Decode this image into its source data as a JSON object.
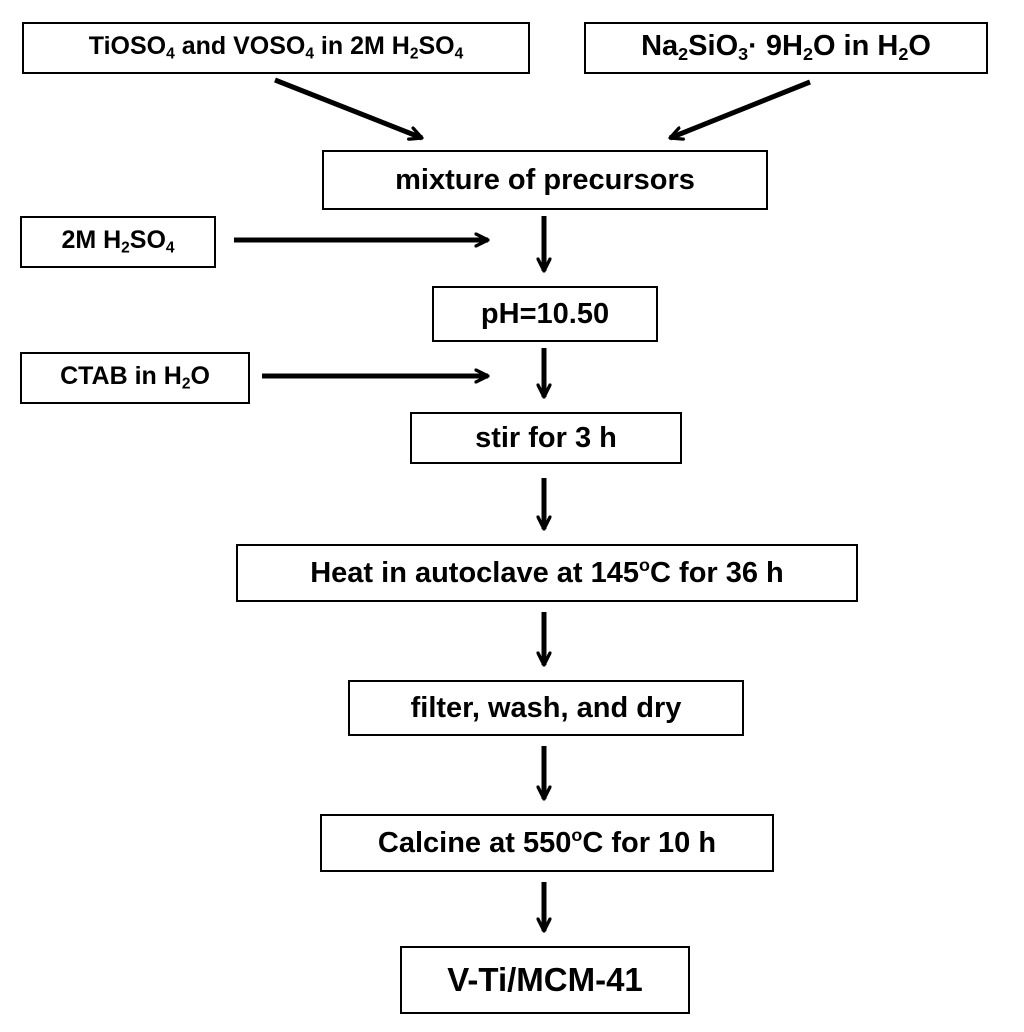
{
  "flowchart": {
    "nodes": {
      "tioso4": {
        "text_1": "TiOSO",
        "sub_1": "4",
        "text_2": " and VOSO",
        "sub_2": "4",
        "text_3": " in 2M H",
        "sub_3": "2",
        "text_4": "SO",
        "sub_4": "4"
      },
      "na2sio3": {
        "text_1": "Na",
        "sub_1": "2",
        "text_2": "SiO",
        "sub_2": "3",
        "text_3": "· 9H",
        "sub_3": "2",
        "text_4": "O in H",
        "sub_4": "2",
        "text_5": "O"
      },
      "mixture": {
        "text": "mixture of precursors"
      },
      "h2so4": {
        "text_1": "2M H",
        "sub_1": "2",
        "text_2": "SO",
        "sub_2": "4"
      },
      "ph": {
        "text": "pH=10.50"
      },
      "ctab": {
        "text_1": "CTAB in H",
        "sub_1": "2",
        "text_2": "O"
      },
      "stir": {
        "text": "stir for 3 h"
      },
      "heat": {
        "text_1": "Heat in autoclave at 145",
        "sup_1": "o",
        "text_2": "C for 36 h"
      },
      "filter": {
        "text": "filter, wash, and dry"
      },
      "calcine": {
        "text_1": "Calcine at 550",
        "sup_1": "o",
        "text_2": "C for 10 h"
      },
      "product": {
        "text": "V-Ti/MCM-41"
      }
    },
    "colors": {
      "line": "#000000",
      "box_fill": "#ffffff",
      "background": "#ffffff"
    }
  }
}
